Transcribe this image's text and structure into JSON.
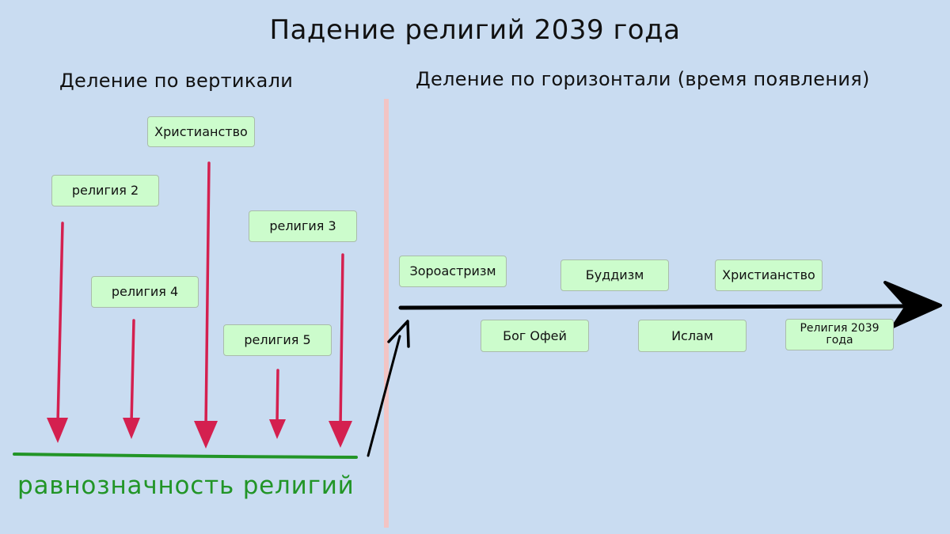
{
  "title": "Падение религий 2039 года",
  "vertical": {
    "heading": "Деление по вертикали",
    "boxes": [
      "Христианство",
      "религия 2",
      "религия 3",
      "религия 4",
      "религия 5"
    ],
    "baseline_label": "равнозначность религий"
  },
  "horizontal": {
    "heading": "Деление по горизонтали (время появления)",
    "boxes_above": [
      "Зороастризм",
      "Буддизм",
      "Христианство"
    ],
    "boxes_below": [
      "Бог Офей",
      "Ислам",
      "Религия 2039 года"
    ]
  },
  "colors": {
    "background": "#c9dcf1",
    "box_fill": "#ccfccc",
    "arrow_red": "#d4204f",
    "baseline_green": "#229527",
    "divider": "#f2c4c4",
    "arrow_black": "#000000"
  }
}
